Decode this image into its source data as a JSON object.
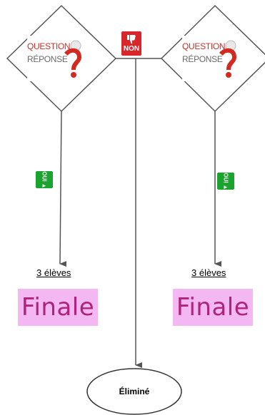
{
  "left_question": {
    "line1": "QUESTION",
    "line2": "RÉPONSE"
  },
  "right_question": {
    "line1": "QUESTION",
    "line2": "RÉPONSE"
  },
  "no_badge": {
    "label": "NON",
    "icon": "thumbs-down-icon",
    "color": "#d8262b"
  },
  "yes_badge_left": {
    "label": "OUI",
    "icon": "thumbs-up-icon",
    "color": "#1aa32f"
  },
  "yes_badge_right": {
    "label": "OUI",
    "icon": "thumbs-up-icon",
    "color": "#1aa32f"
  },
  "left_count": "3 élèves",
  "right_count": "3 élèves",
  "left_finale": "Finale",
  "right_finale": "Finale",
  "eliminated": "Éliminé",
  "colors": {
    "finale_bg": "#f3b8f1",
    "finale_text": "#b0227d",
    "connector": "#555555"
  }
}
